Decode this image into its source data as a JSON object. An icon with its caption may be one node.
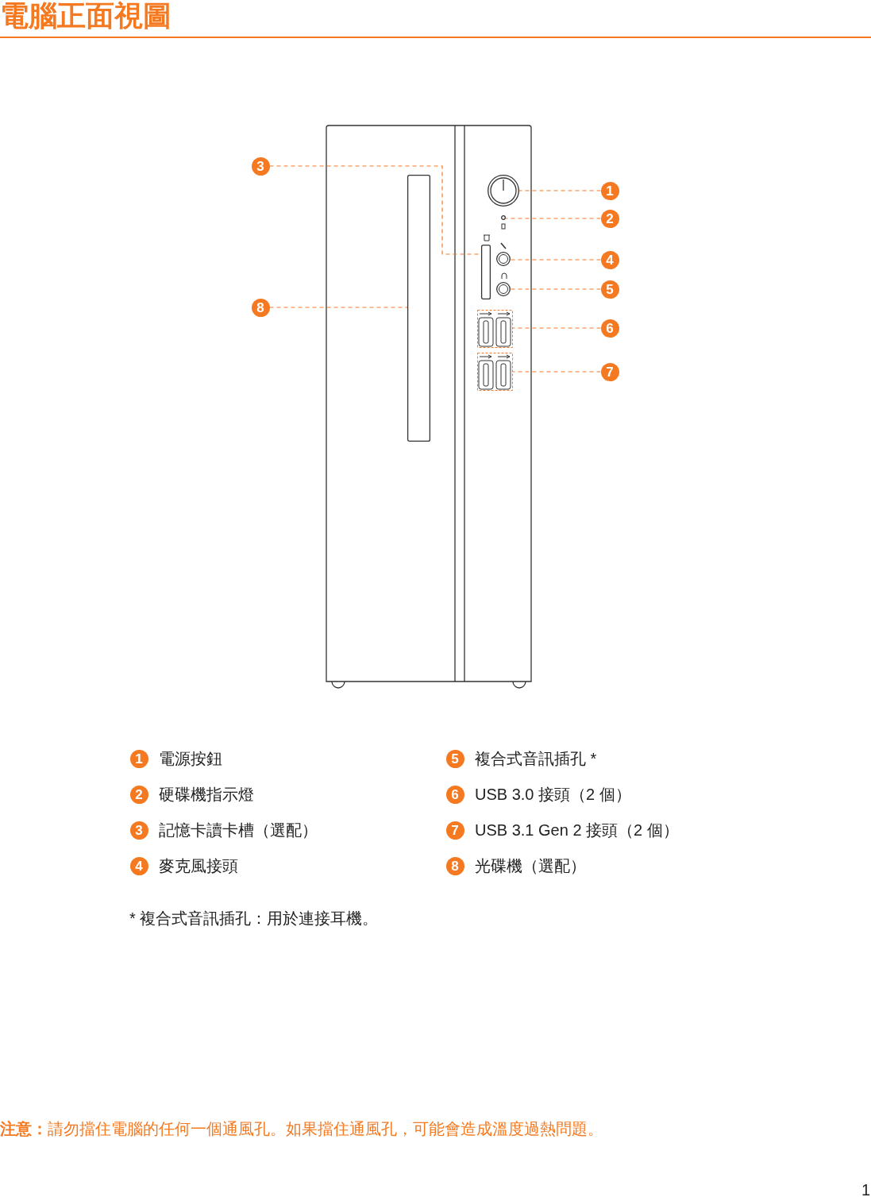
{
  "diagram": {
    "title": "電腦正面視圖",
    "nodes": [
      {
        "text": [
          "1"
        ]
      },
      {
        "text": [
          "2"
        ]
      },
      {
        "text": [
          "3"
        ]
      },
      {
        "text": [
          "4"
        ]
      },
      {
        "text": [
          "5"
        ]
      },
      {
        "text": [
          "6"
        ]
      },
      {
        "text": [
          "7"
        ]
      },
      {
        "text": [
          "8"
        ]
      },
      {
        "text": [],
        "shape": "circle"
      },
      {
        "text": [],
        "shape": "circle"
      },
      {
        "text": [],
        "shape": "box"
      },
      {
        "text": [],
        "shape": "circle"
      },
      {
        "text": [],
        "shape": "circle"
      },
      {
        "text": [],
        "shape": "box"
      },
      {
        "text": [],
        "shape": "box"
      },
      {
        "text": [],
        "shape": "box"
      },
      {
        "text": [
          "1"
        ],
        "beside": [
          "電源按鈕"
        ]
      },
      {
        "text": [
          "5"
        ],
        "beside": [
          "複合式音訊插孔 *"
        ]
      },
      {
        "text": [
          "2"
        ],
        "beside": [
          "硬碟機指示燈"
        ]
      },
      {
        "text": [
          "6"
        ],
        "beside": [
          "USB 3.0 接頭（2 個）"
        ]
      },
      {
        "text": [
          "3"
        ],
        "beside": [
          "記憶卡讀卡槽（選配）"
        ]
      },
      {
        "text": [
          "7"
        ],
        "beside": [
          "USB 3.1 Gen 2 接頭（2 個）"
        ]
      },
      {
        "text": [
          "4"
        ],
        "beside": [
          "麥克風接頭"
        ]
      },
      {
        "text": [
          "8"
        ],
        "beside": [
          "光碟機（選配）"
        ]
      }
    ],
    "edges": [
      {
        "from": 0,
        "to": 8,
        "arrow": "none",
        "style": "dashed"
      },
      {
        "from": 1,
        "to": 9,
        "arrow": "none",
        "style": "dashed"
      },
      {
        "from": 2,
        "to": 10,
        "arrow": "none",
        "style": "dashed"
      },
      {
        "from": 3,
        "to": 11,
        "arrow": "none",
        "style": "dashed"
      },
      {
        "from": 4,
        "to": 12,
        "arrow": "none",
        "style": "dashed"
      },
      {
        "from": 5,
        "to": 13,
        "arrow": "none",
        "style": "dashed"
      },
      {
        "from": 6,
        "to": 14,
        "arrow": "none",
        "style": "dashed"
      },
      {
        "from": 7,
        "to": 15,
        "arrow": "none",
        "style": "dashed"
      }
    ],
    "labels": [
      "* 複合式音訊插孔：用於連接耳機。",
      "**注意：**請勿擋住電腦的任何一個通風孔。如果擋住通風孔，可能會造成溫度過熱問題。",
      "1"
    ]
  }
}
